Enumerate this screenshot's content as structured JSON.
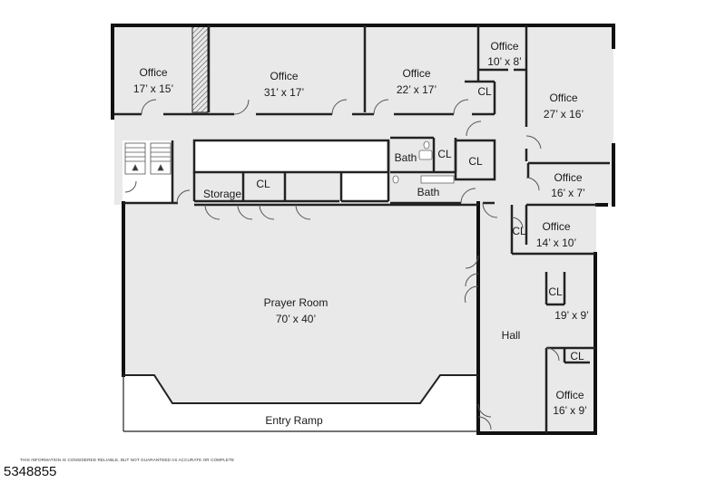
{
  "rooms": {
    "office_a": {
      "name": "Office",
      "size": "17’ x 15’"
    },
    "office_b": {
      "name": "Office",
      "size": "31’ x 17’"
    },
    "office_c": {
      "name": "Office",
      "size": "22’ x 17’"
    },
    "office_d": {
      "name": "Office",
      "size": "10’ x 8’"
    },
    "office_e": {
      "name": "Office",
      "size": "27’ x 16’"
    },
    "office_f": {
      "name": "Office",
      "size": "16’ x 7’"
    },
    "office_g": {
      "name": "Office",
      "size": "14’ x 10’"
    },
    "room_h": {
      "size": "19’ x 9’"
    },
    "office_i": {
      "name": "Office",
      "size": "16’ x 9’"
    },
    "prayer_room": {
      "name": "Prayer Room",
      "size": "70’ x 40’"
    },
    "entry_ramp": {
      "name": "Entry Ramp"
    },
    "hall": {
      "name": "Hall"
    },
    "storage": {
      "name": "Storage"
    },
    "bath_1": {
      "name": "Bath"
    },
    "bath_2": {
      "name": "Bath"
    },
    "closet_label": "CL"
  },
  "footer": {
    "disclaimer": "THIS INFORMATION IS CONSIDERED RELIABLE, BUT NOT GUARANTEED AS ACCURATE OR COMPLETE",
    "listing_id": "5348855"
  }
}
